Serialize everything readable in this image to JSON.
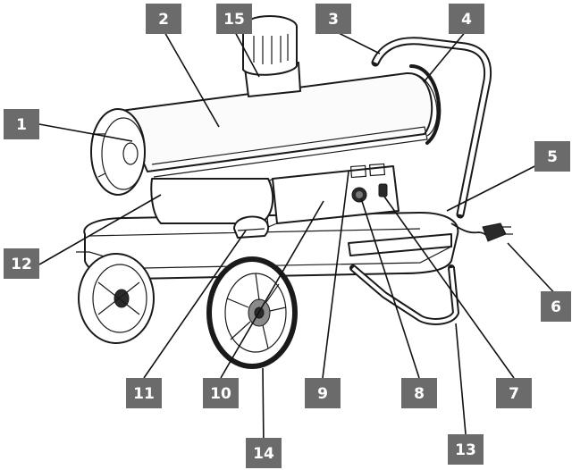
{
  "callouts": [
    {
      "id": "1",
      "label": "1"
    },
    {
      "id": "2",
      "label": "2"
    },
    {
      "id": "3",
      "label": "3"
    },
    {
      "id": "4",
      "label": "4"
    },
    {
      "id": "5",
      "label": "5"
    },
    {
      "id": "6",
      "label": "6"
    },
    {
      "id": "7",
      "label": "7"
    },
    {
      "id": "8",
      "label": "8"
    },
    {
      "id": "9",
      "label": "9"
    },
    {
      "id": "10",
      "label": "10"
    },
    {
      "id": "11",
      "label": "11"
    },
    {
      "id": "12",
      "label": "12"
    },
    {
      "id": "13",
      "label": "13"
    },
    {
      "id": "14",
      "label": "14"
    },
    {
      "id": "15",
      "label": "15"
    }
  ],
  "colors": {
    "callout_fill": "#6b6b6b",
    "callout_text": "#ffffff",
    "line": "#111111"
  }
}
